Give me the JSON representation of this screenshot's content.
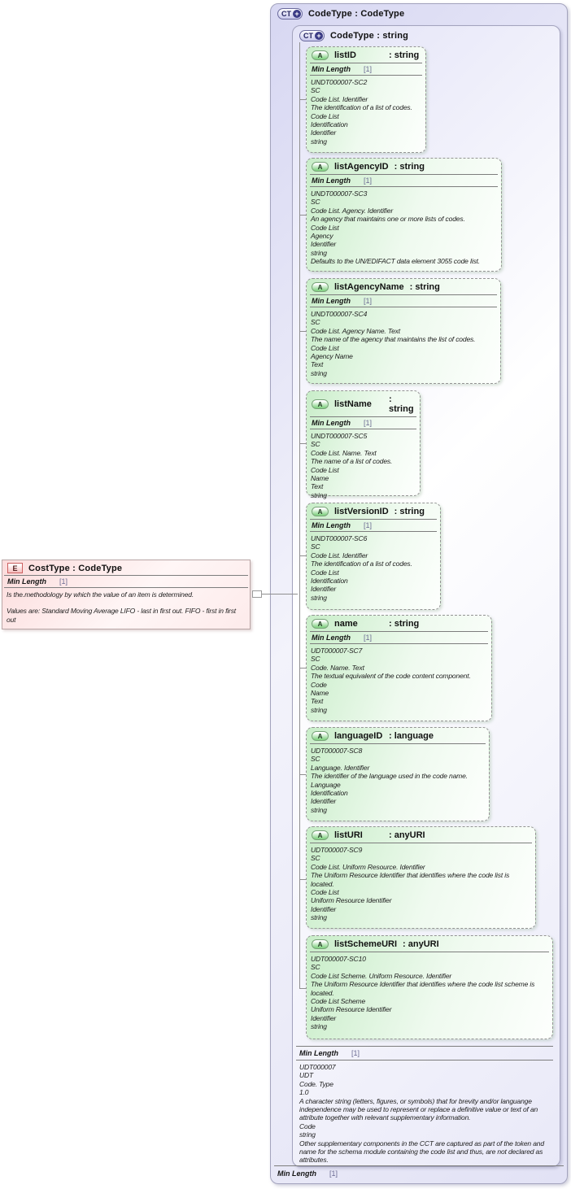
{
  "colors": {
    "box_blue": "#d7d7f2",
    "box_green": "#c8edc8",
    "box_pink": "#fcdcdc",
    "badge_navy": "#3a3a85",
    "badge_green": "#87d487",
    "badge_red_border": "#cc5f5f"
  },
  "outer_box": {
    "badge_label": "CT",
    "badge_plus": "+",
    "title": "CodeType : CodeType",
    "facet_name": "Min Length",
    "facet_value": "[1]"
  },
  "inner_box": {
    "badge_label": "CT",
    "badge_plus": "+",
    "title": "CodeType : string",
    "facet_name": "Min Length",
    "facet_value": "[1]",
    "annotation": [
      "UDT000007",
      "UDT",
      "Code. Type",
      "1.0",
      "A character string (letters, figures, or symbols) that for brevity and/or languange independence may be used to represent or replace a definitive value or text of an attribute together with relevant supplementary information.",
      "Code",
      "string",
      "Other supplementary components in the CCT are captured as part of the token and name for the schema module containing the code list and thus, are not declared as attributes."
    ]
  },
  "attributes": [
    {
      "badge_label": "A",
      "name": "listID",
      "type": ": string",
      "facet_name": "Min Length",
      "facet_value": "[1]",
      "annotation": [
        "UNDT000007-SC2",
        "SC",
        "Code List. Identifier",
        "The identification of a list of codes.",
        "Code List",
        "Identification",
        "Identifier",
        "string"
      ]
    },
    {
      "badge_label": "A",
      "name": "listAgencyID",
      "type": ": string",
      "facet_name": "Min Length",
      "facet_value": "[1]",
      "annotation": [
        "UNDT000007-SC3",
        "SC",
        "Code List. Agency. Identifier",
        "An agency that maintains one or more lists of codes.",
        "Code List",
        "Agency",
        "Identifier",
        "string",
        "Defaults to the UN/EDIFACT data element 3055 code list."
      ]
    },
    {
      "badge_label": "A",
      "name": "listAgencyName",
      "type": ": string",
      "facet_name": "Min Length",
      "facet_value": "[1]",
      "annotation": [
        "UNDT000007-SC4",
        "SC",
        "Code List. Agency Name. Text",
        "The name of the agency that maintains the list of codes.",
        "Code List",
        "Agency Name",
        "Text",
        "string"
      ]
    },
    {
      "badge_label": "A",
      "name": "listName",
      "type": ": string",
      "facet_name": "Min Length",
      "facet_value": "[1]",
      "annotation": [
        "UNDT000007-SC5",
        "SC",
        "Code List. Name. Text",
        "The name of a list of codes.",
        "Code List",
        "Name",
        "Text",
        "string"
      ]
    },
    {
      "badge_label": "A",
      "name": "listVersionID",
      "type": ": string",
      "facet_name": "Min Length",
      "facet_value": "[1]",
      "annotation": [
        "UNDT000007-SC6",
        "SC",
        "Code List. Identifier",
        "The identification of a list of codes.",
        "Code List",
        "Identification",
        "Identifier",
        "string"
      ]
    },
    {
      "badge_label": "A",
      "name": "name",
      "type": ": string",
      "facet_name": "Min Length",
      "facet_value": "[1]",
      "annotation": [
        "UDT000007-SC7",
        "SC",
        "Code. Name. Text",
        "The textual equivalent of the code content component.",
        "Code",
        "Name",
        "Text",
        "string"
      ]
    },
    {
      "badge_label": "A",
      "name": "languageID",
      "type": ": language",
      "annotation": [
        "UDT000007-SC8",
        "SC",
        "Language. Identifier",
        "The identifier of the language used in the code name.",
        "Language",
        "Identification",
        "Identifier",
        "string"
      ]
    },
    {
      "badge_label": "A",
      "name": "listURI",
      "type": ": anyURI",
      "annotation": [
        "UDT000007-SC9",
        "SC",
        "Code List. Uniform Resource. Identifier",
        "The Uniform Resource Identifier that identifies where the code list is located.",
        "Code List",
        "Uniform Resource Identifier",
        "Identifier",
        "string"
      ]
    },
    {
      "badge_label": "A",
      "name": "listSchemeURI",
      "type": ": anyURI",
      "annotation": [
        "UDT000007-SC10",
        "SC",
        "Code List Scheme. Uniform Resource. Identifier",
        "The Uniform Resource Identifier that identifies where the code list scheme is located.",
        "Code List Scheme",
        "Uniform Resource Identifier",
        "Identifier",
        "string"
      ]
    }
  ],
  "element_box": {
    "badge_label": "E",
    "title": "CostType : CodeType",
    "facet_name": "Min Length",
    "facet_value": "[1]",
    "annotation_1": "Is the.methodology by which the value of an item is determined.",
    "annotation_2": "Values are: Standard Moving Average LIFO - last in first out. FIFO - first in first out"
  }
}
